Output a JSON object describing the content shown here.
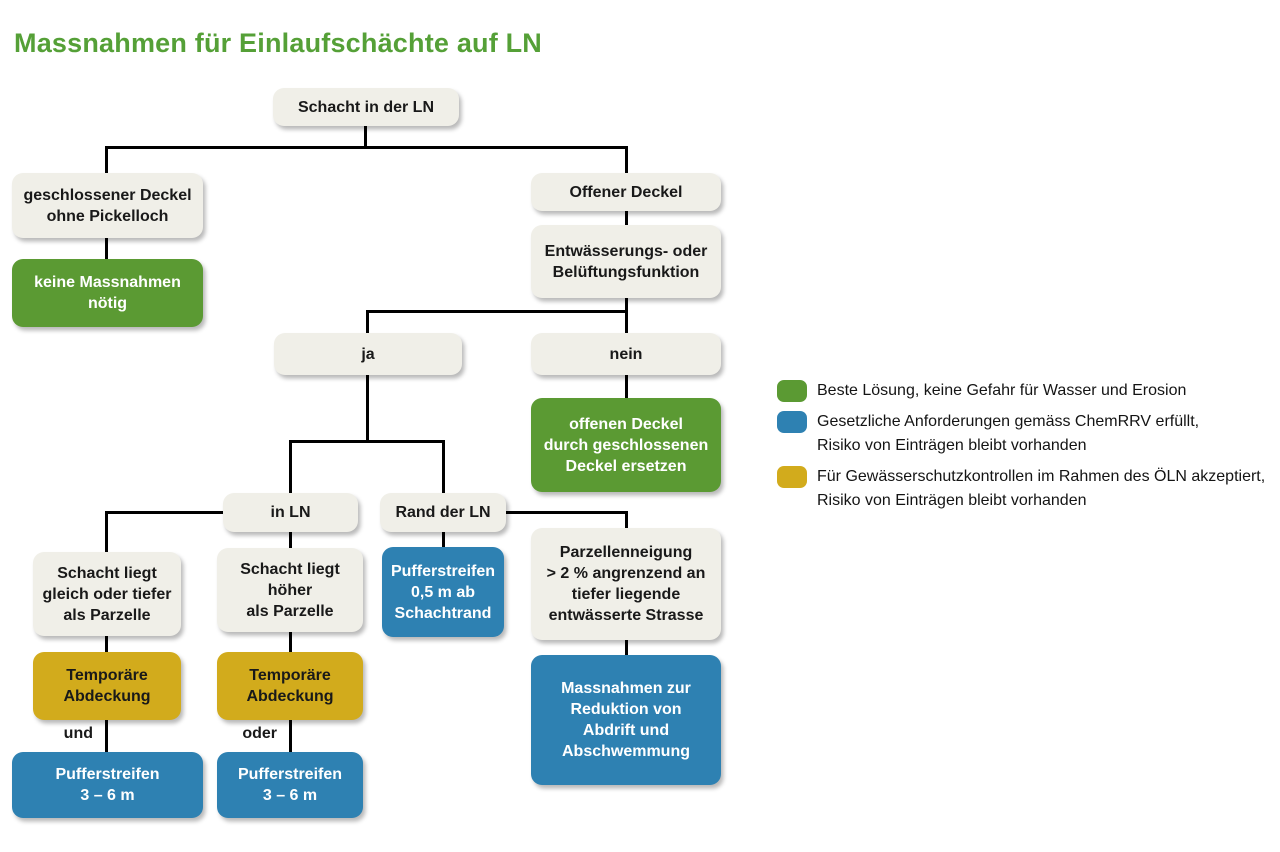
{
  "title": "Massnahmen für Einlaufschächte auf LN",
  "colors": {
    "title_green": "#55a037",
    "box_green": "#5b9a33",
    "box_blue": "#2e81b2",
    "box_yellow": "#d2ab1c",
    "box_neutral": "#f0efe8",
    "connector": "#000000"
  },
  "nodes": {
    "root": {
      "label": "Schacht in der LN",
      "status": "neutral"
    },
    "closed_lid": {
      "label": "geschlossener Deckel\nohne Pickelloch",
      "status": "neutral"
    },
    "no_measures": {
      "label": "keine Massnahmen\nnötig",
      "status": "green"
    },
    "open_lid": {
      "label": "Offener Deckel",
      "status": "neutral"
    },
    "drainage": {
      "label": "Entwässerungs- oder\nBelüftungsfunktion",
      "status": "neutral"
    },
    "yes": {
      "label": "ja",
      "status": "neutral"
    },
    "no": {
      "label": "nein",
      "status": "neutral"
    },
    "replace_lid": {
      "label": "offenen Deckel\ndurch geschlossenen\nDeckel ersetzen",
      "status": "green"
    },
    "in_ln": {
      "label": "in LN",
      "status": "neutral"
    },
    "edge_ln": {
      "label": "Rand der LN",
      "status": "neutral"
    },
    "shaft_lower": {
      "label": "Schacht liegt\ngleich oder tiefer\nals Parzelle",
      "status": "neutral"
    },
    "shaft_higher": {
      "label": "Schacht liegt\nhöher\nals Parzelle",
      "status": "neutral"
    },
    "buffer_05": {
      "label": "Pufferstreifen\n0,5 m ab\nSchachtrand",
      "status": "blue"
    },
    "slope": {
      "label": "Parzellenneigung\n> 2 % angrenzend an\ntiefer liegende\nentwässerte Strasse",
      "status": "neutral"
    },
    "temp_cover_1": {
      "label": "Temporäre\nAbdeckung",
      "status": "yellow"
    },
    "temp_cover_2": {
      "label": "Temporäre\nAbdeckung",
      "status": "yellow"
    },
    "buffer_36_1": {
      "label": "Pufferstreifen\n3 – 6 m",
      "status": "blue"
    },
    "buffer_36_2": {
      "label": "Pufferstreifen\n3 – 6 m",
      "status": "blue"
    },
    "reduction": {
      "label": "Massnahmen zur\nReduktion von\nAbdrift und\nAbschwemmung",
      "status": "blue"
    }
  },
  "edge_labels": {
    "und": "und",
    "oder": "oder"
  },
  "legend": {
    "items": [
      {
        "color": "green",
        "text": "Beste Lösung, keine Gefahr für Wasser und Erosion"
      },
      {
        "color": "blue",
        "text": "Gesetzliche Anforderungen gemäss ChemRRV erfüllt,\nRisiko von Einträgen bleibt vorhanden"
      },
      {
        "color": "yellow",
        "text": "Für Gewässerschutzkontrollen im Rahmen des ÖLN akzeptiert,\nRisiko von Einträgen bleibt vorhanden"
      }
    ]
  }
}
